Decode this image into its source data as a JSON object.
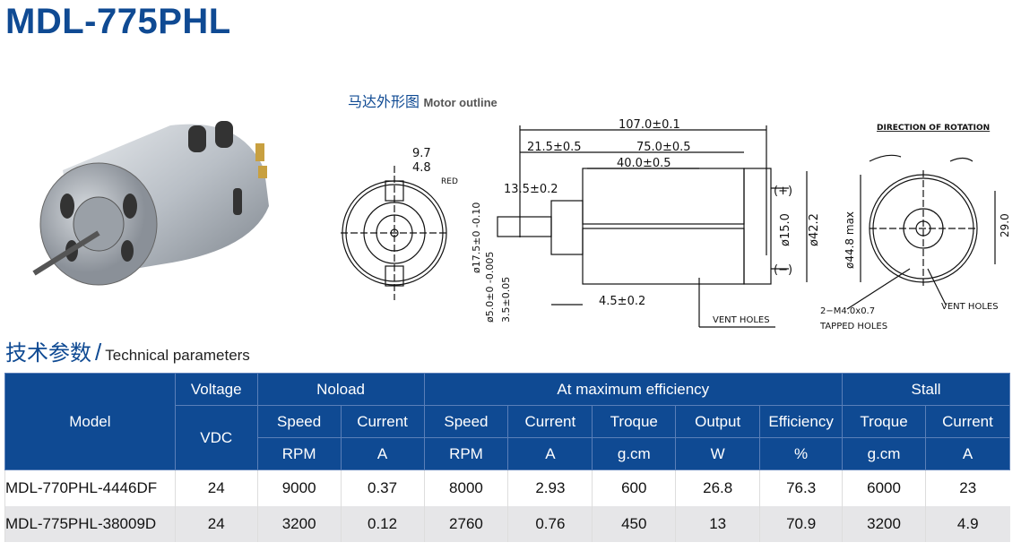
{
  "title": "MDL-775PHL",
  "outline": {
    "cn": "马达外形图",
    "en": "Motor outline"
  },
  "params": {
    "cn": "技术参数",
    "sep": "/",
    "en": "Technical parameters"
  },
  "drawing": {
    "d97": "9.7",
    "d48": "4.8",
    "red": "RED",
    "d1070": "107.0±0.1",
    "d215": "21.5±0.5",
    "d750": "75.0±0.5",
    "d400": "40.0±0.5",
    "d135": "13.5±0.2",
    "d175": "ø17.5±0 -0.10",
    "d50": "ø5.0±0 -0.005",
    "d35": "3.5±0.05",
    "d45": "4.5±0.2",
    "d150": "ø15.0",
    "d422": "ø42.2",
    "plus": "(+)",
    "minus": "(−)",
    "vent1": "VENT HOLES",
    "dir": "DIRECTION OF ROTATION",
    "d448": "ø44.8 max",
    "d290": "29.0",
    "m4": "2−M4.0x0.7",
    "tapped": "TAPPED HOLES",
    "vent2": "VENT HOLES"
  },
  "table": {
    "h": {
      "model": "Model",
      "voltage": "Voltage",
      "vdc": "VDC",
      "noload": "Noload",
      "maxeff": "At maximum efficiency",
      "stall": "Stall",
      "cols": [
        "Speed",
        "Current",
        "Speed",
        "Current",
        "Troque",
        "Output",
        "Efficiency",
        "Troque",
        "Current"
      ],
      "units": [
        "RPM",
        "A",
        "RPM",
        "A",
        "g.cm",
        "W",
        "%",
        "g.cm",
        "A"
      ]
    },
    "rows": [
      [
        "MDL-770PHL-4446DF",
        "24",
        "9000",
        "0.37",
        "8000",
        "2.93",
        "600",
        "26.8",
        "76.3",
        "6000",
        "23"
      ],
      [
        "MDL-775PHL-38009D",
        "24",
        "3200",
        "0.12",
        "2760",
        "0.76",
        "450",
        "13",
        "70.9",
        "3200",
        "4.9"
      ]
    ]
  }
}
